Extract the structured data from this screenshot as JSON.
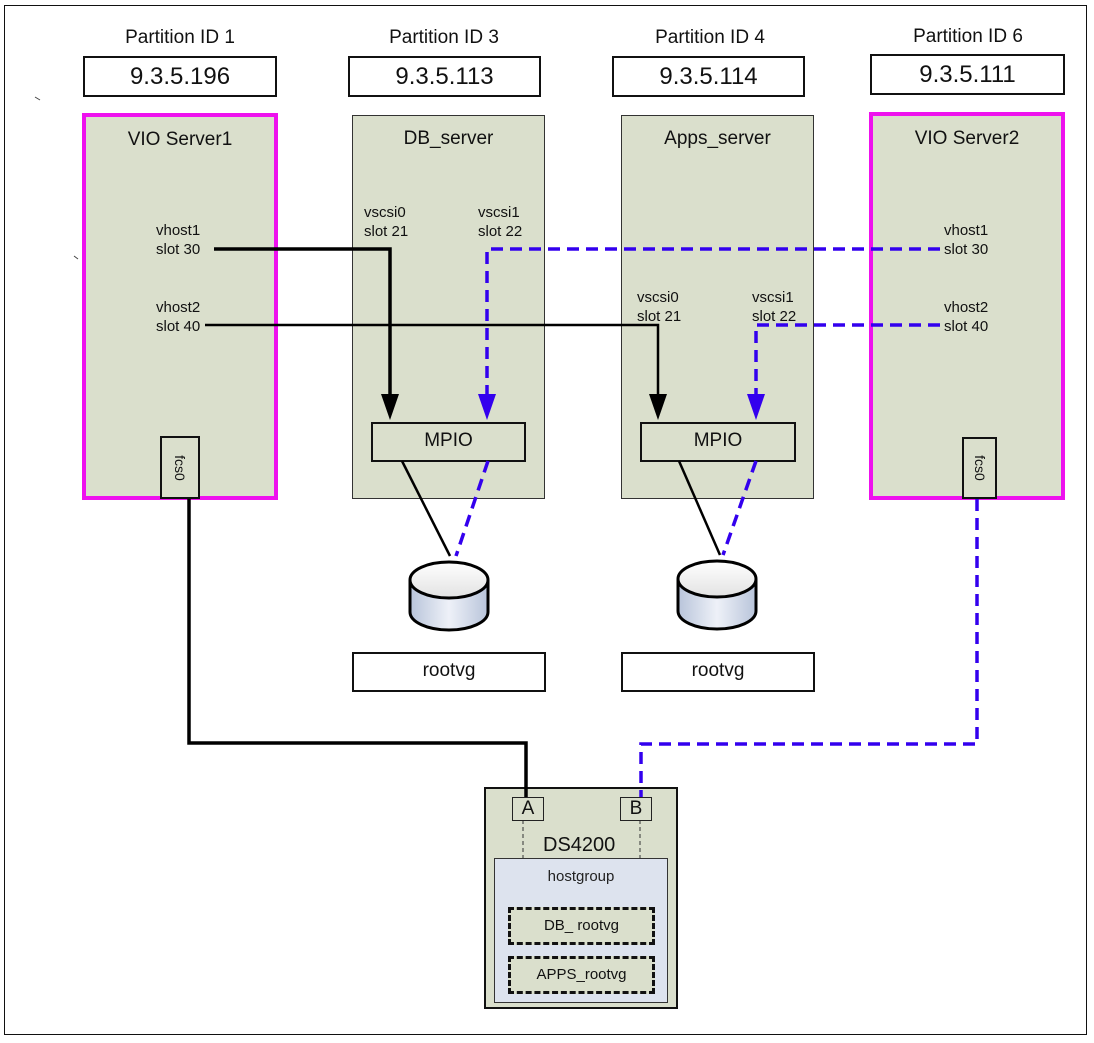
{
  "diagram": {
    "partitions": [
      {
        "id_label": "Partition ID 1",
        "ip": "9.3.5.196",
        "name": "VIO Server1",
        "type": "vio",
        "ports": [
          {
            "name": "vhost1",
            "slot": "slot 30"
          },
          {
            "name": "vhost2",
            "slot": "slot 40"
          }
        ],
        "fc_adapter": "fcs0"
      },
      {
        "id_label": "Partition ID 3",
        "ip": "9.3.5.113",
        "name": "DB_server",
        "type": "client",
        "ports": [
          {
            "name": "vscsi0",
            "slot": "slot 21"
          },
          {
            "name": "vscsi1",
            "slot": "slot 22"
          }
        ],
        "mpio": "MPIO",
        "disk_label": "rootvg"
      },
      {
        "id_label": "Partition ID 4",
        "ip": "9.3.5.114",
        "name": "Apps_server",
        "type": "client",
        "ports": [
          {
            "name": "vscsi0",
            "slot": "slot 21"
          },
          {
            "name": "vscsi1",
            "slot": "slot 22"
          }
        ],
        "mpio": "MPIO",
        "disk_label": "rootvg"
      },
      {
        "id_label": "Partition ID 6",
        "ip": "9.3.5.111",
        "name": "VIO Server2",
        "type": "vio",
        "ports": [
          {
            "name": "vhost1",
            "slot": "slot 30"
          },
          {
            "name": "vhost2",
            "slot": "slot 40"
          }
        ],
        "fc_adapter": "fcs0"
      }
    ],
    "storage": {
      "name": "DS4200",
      "controllers": [
        "A",
        "B"
      ],
      "hostgroup": "hostgroup",
      "luns": [
        "DB_ rootvg",
        "APPS_rootvg"
      ]
    },
    "colors": {
      "vio_border": "#ee11ee",
      "lpar_fill": "#dadfcc",
      "path_primary": "#000000",
      "path_secondary": "#3300ee",
      "hostgroup_fill": "#dde3ee"
    },
    "connections": [
      {
        "from": "VIO Server1 vhost1 slot 30",
        "to": "DB_server vscsi0 slot 21",
        "style": "solid"
      },
      {
        "from": "VIO Server1 vhost2 slot 40",
        "to": "Apps_server vscsi0 slot 21",
        "style": "solid"
      },
      {
        "from": "VIO Server2 vhost1 slot 30",
        "to": "DB_server vscsi1 slot 22",
        "style": "dashed"
      },
      {
        "from": "VIO Server2 vhost2 slot 40",
        "to": "Apps_server vscsi1 slot 22",
        "style": "dashed"
      },
      {
        "from": "VIO Server1 fcs0",
        "to": "DS4200 controller A",
        "style": "solid"
      },
      {
        "from": "VIO Server2 fcs0",
        "to": "DS4200 controller B",
        "style": "dashed"
      }
    ]
  }
}
